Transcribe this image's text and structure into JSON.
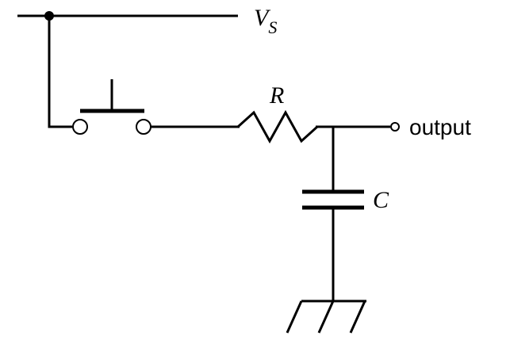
{
  "labels": {
    "supply_main": "V",
    "supply_sub": "S",
    "resistor": "R",
    "capacitor": "C",
    "output": "output"
  }
}
